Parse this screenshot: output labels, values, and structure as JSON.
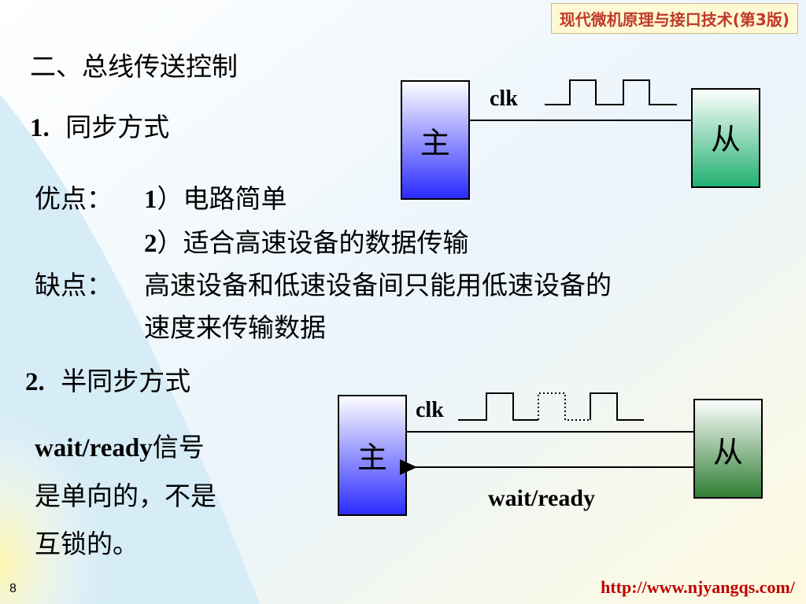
{
  "header": {
    "book_title": "现代微机原理与接口技术(第3版)"
  },
  "section_title": "二、总线传送控制",
  "sync": {
    "number": "1",
    "title": "同步方式",
    "pros_label": "优点：",
    "pros": [
      {
        "num": "1",
        "text": "电路简单"
      },
      {
        "num": "2",
        "text": "适合高速设备的数据传输"
      }
    ],
    "cons_label": "缺点：",
    "cons_lines": [
      "高速设备和低速设备间只能用低速设备的",
      "速度来传输数据"
    ],
    "diagram": {
      "master": "主",
      "slave": "从",
      "clock": "clk"
    }
  },
  "semi_sync": {
    "number": "2",
    "title": "半同步方式",
    "signal": "wait/ready",
    "signal_suffix": "信号",
    "note_lines": [
      "是单向的，不是",
      "互锁的。"
    ],
    "diagram": {
      "master": "主",
      "slave": "从",
      "clock": "clk",
      "wait_ready": "wait/ready"
    }
  },
  "footer": {
    "url": "http://www.njyangqs.com/",
    "page_number": "8"
  },
  "colors": {
    "master_gradient": [
      "#ffffff",
      "#2a2aff"
    ],
    "slave1_gradient": [
      "#ffffff",
      "#20b070"
    ],
    "slave2_gradient": [
      "#ffffff",
      "#2e7d32"
    ],
    "url": "#c00000",
    "title_banner_bg": "#fef9d2"
  }
}
